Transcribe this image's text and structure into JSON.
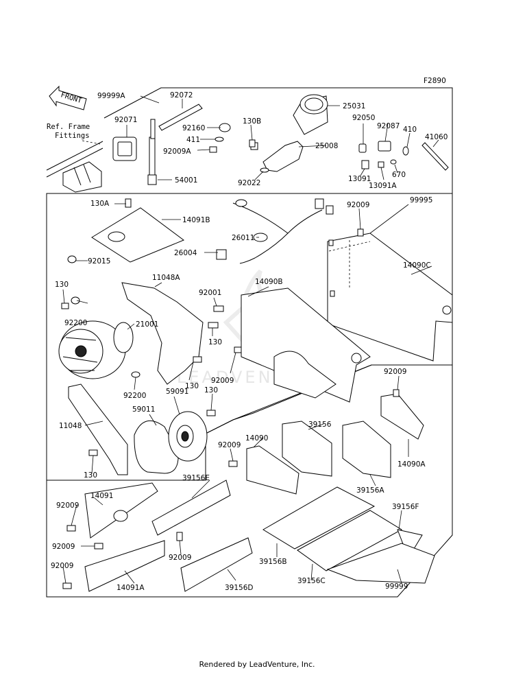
{
  "figure_code": "F2890",
  "front_label": "FRONT",
  "ref_frame_line1": "Ref. Frame",
  "ref_frame_line2": "Fittings",
  "watermark": "LEADVENTURE",
  "footer": "Rendered by LeadVenture, Inc.",
  "labels": {
    "p99999A": "99999A",
    "p92072": "92072",
    "p92071": "92071",
    "p92160": "92160",
    "p411": "411",
    "p92009A": "92009A",
    "p54001": "54001",
    "p130B": "130B",
    "p92022": "92022",
    "p25031": "25031",
    "p25008": "25008",
    "p92050": "92050",
    "p92087": "92087",
    "p410": "410",
    "p41060": "41060",
    "p13091": "13091",
    "p13091A": "13091A",
    "p670": "670",
    "p130A": "130A",
    "p14091B": "14091B",
    "p92009_a": "92009",
    "p99995": "99995",
    "p26011": "26011",
    "p26004": "26004",
    "p92015": "92015",
    "p11048A": "11048A",
    "p14090C": "14090C",
    "p130_a": "130",
    "p92001": "92001",
    "p14090B": "14090B",
    "p92200_a": "92200",
    "p21001": "21001",
    "p130_b": "130",
    "p130_c": "130",
    "p92009_b": "92009",
    "p92009_c": "92009",
    "p92200_b": "92200",
    "p59091": "59091",
    "p130_d": "130",
    "p59011": "59011",
    "p11048": "11048",
    "p39156": "39156",
    "p14090": "14090",
    "p92009_d": "92009",
    "p14090A": "14090A",
    "p130_e": "130",
    "p39156A": "39156A",
    "p14091": "14091",
    "p39156E": "39156E",
    "p92009_e": "92009",
    "p92009_f": "92009",
    "p92009_g": "92009",
    "p92009_h": "92009",
    "p14091A": "14091A",
    "p39156D": "39156D",
    "p39156B": "39156B",
    "p39156C": "39156C",
    "p39156F": "39156F",
    "p99999": "99999"
  }
}
